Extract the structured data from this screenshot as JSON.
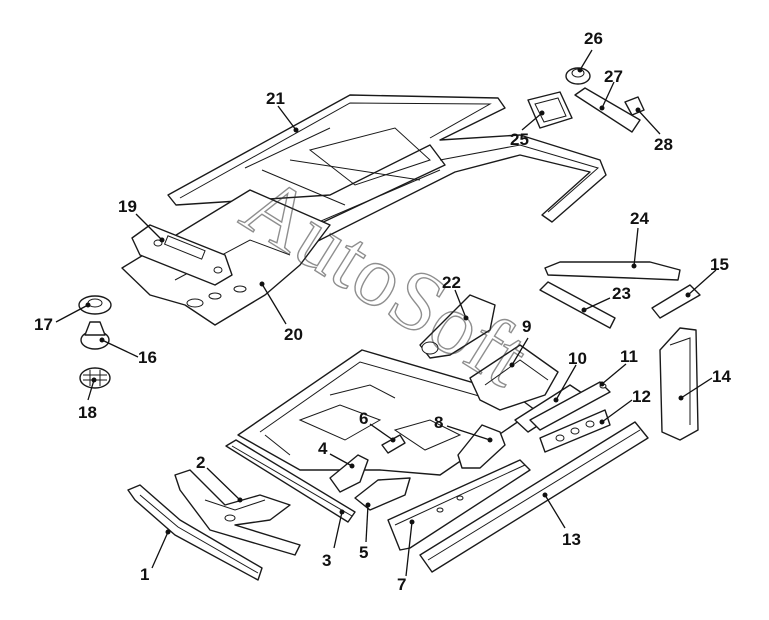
{
  "watermark": "AutoSoft",
  "callouts": [
    {
      "n": "1"
    },
    {
      "n": "2"
    },
    {
      "n": "3"
    },
    {
      "n": "4"
    },
    {
      "n": "5"
    },
    {
      "n": "6"
    },
    {
      "n": "7"
    },
    {
      "n": "8"
    },
    {
      "n": "9"
    },
    {
      "n": "10"
    },
    {
      "n": "11"
    },
    {
      "n": "12"
    },
    {
      "n": "13"
    },
    {
      "n": "14"
    },
    {
      "n": "15"
    },
    {
      "n": "16"
    },
    {
      "n": "17"
    },
    {
      "n": "18"
    },
    {
      "n": "19"
    },
    {
      "n": "20"
    },
    {
      "n": "21"
    },
    {
      "n": "22"
    },
    {
      "n": "23"
    },
    {
      "n": "24"
    },
    {
      "n": "25"
    },
    {
      "n": "26"
    },
    {
      "n": "27"
    },
    {
      "n": "28"
    }
  ]
}
